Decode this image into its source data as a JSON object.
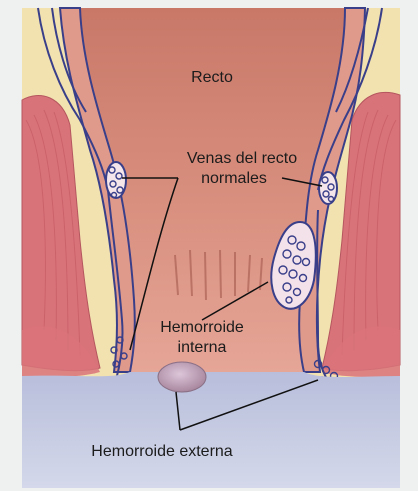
{
  "diagram": {
    "labels": {
      "recto": "Recto",
      "venas_line1": "Venas del recto",
      "venas_line2": "normales",
      "interna_line1": "Hemorroide",
      "interna_line2": "interna",
      "externa": "Hemorroide externa"
    },
    "colors": {
      "background": "#eef1f0",
      "rectum_interior": "#d48a7e",
      "muscle": "#d9737a",
      "fat": "#f2e2b0",
      "veins": "#3a3f8a",
      "skin_bottom": "#c8cde2",
      "leader_lines": "#111111"
    }
  }
}
